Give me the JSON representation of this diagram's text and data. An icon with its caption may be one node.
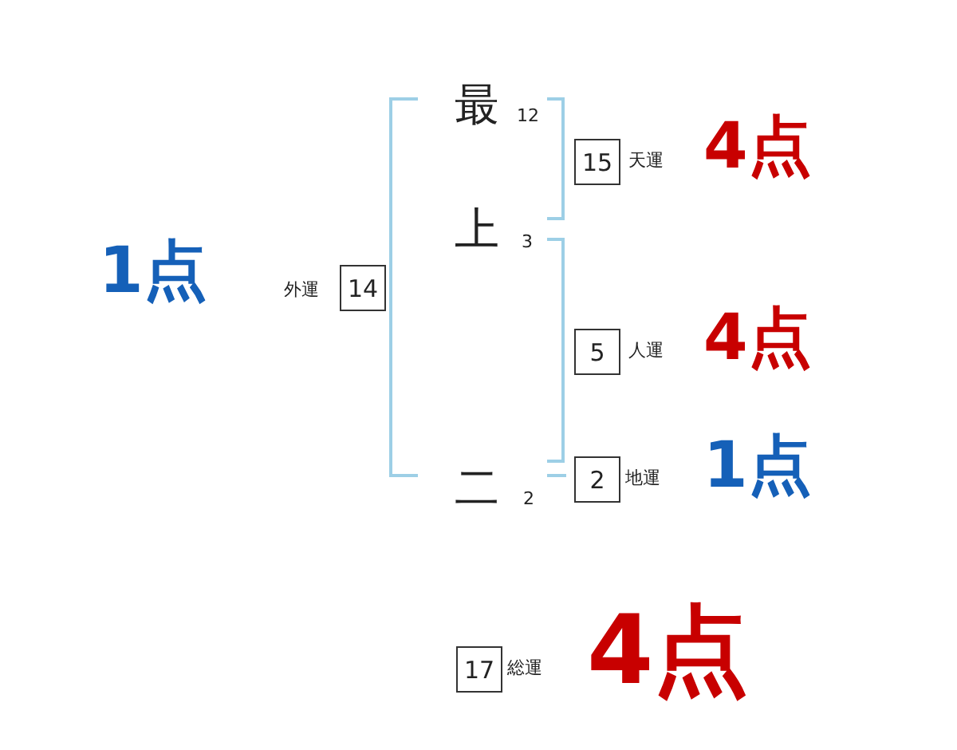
{
  "diagram": {
    "nodes": [
      {
        "text": [
          "15"
        ],
        "beside": [
          "天運",
          "4点"
        ]
      },
      {
        "text": [
          "14"
        ],
        "beside": [
          "外運",
          "1点"
        ]
      },
      {
        "text": [
          "5"
        ],
        "beside": [
          "人運",
          "4点"
        ]
      },
      {
        "text": [
          "2"
        ],
        "beside": [
          "地運",
          "1点"
        ]
      },
      {
        "text": [
          "17"
        ],
        "beside": [
          "総運",
          "4点"
        ]
      }
    ],
    "labels": [
      "最",
      "12",
      "上",
      "3",
      "二",
      "2"
    ]
  }
}
